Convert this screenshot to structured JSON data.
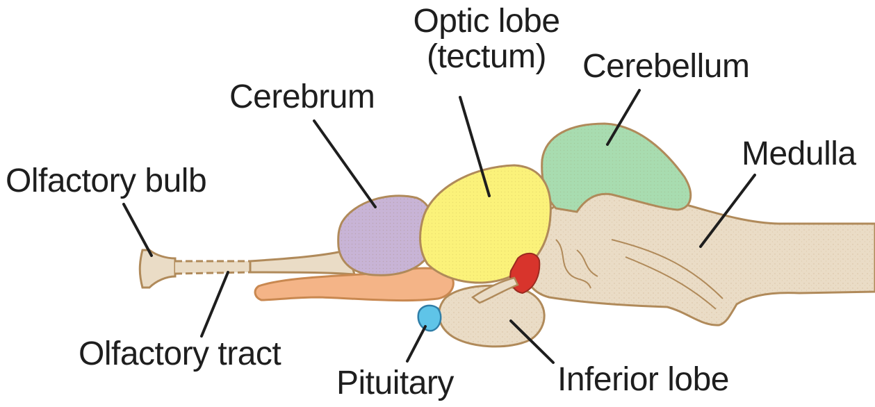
{
  "labels": {
    "olfactory_bulb": "Olfactory bulb",
    "cerebrum": "Cerebrum",
    "optic_lobe_line1": "Optic lobe",
    "optic_lobe_line2": "(tectum)",
    "cerebellum": "Cerebellum",
    "medulla": "Medulla",
    "olfactory_tract": "Olfactory tract",
    "pituitary": "Pituitary",
    "inferior_lobe": "Inferior lobe"
  },
  "colors": {
    "outline": "#b08a5a",
    "tissue": "#eadcc6",
    "cerebrum": "#c8b4d6",
    "optic_lobe": "#fbf27a",
    "cerebellum": "#a8dcb0",
    "olfactory_orange": "#f4b487",
    "pituitary": "#5fc4e8",
    "red_gland": "#d8342c",
    "leader_line": "#1e1e1e"
  }
}
